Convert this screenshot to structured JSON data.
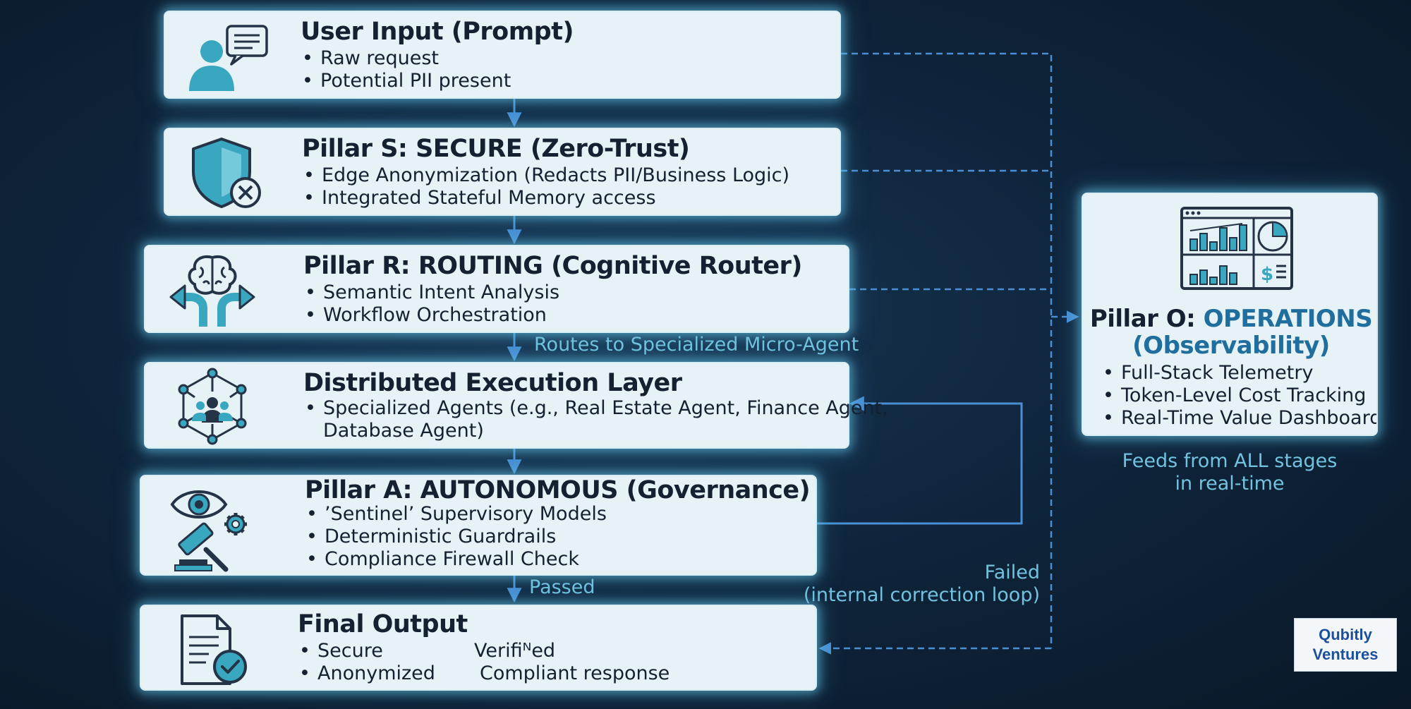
{
  "boxes": {
    "input": {
      "title": "User Input (Prompt)",
      "bullets": [
        "Raw request",
        "Potential PII present"
      ]
    },
    "secure": {
      "title": "Pillar S: SECURE (Zero-Trust)",
      "bullets": [
        "Edge Anonymization (Redacts PII/Business Logic)",
        "Integrated Stateful Memory access"
      ]
    },
    "routing": {
      "title": "Pillar R: ROUTING (Cognitive Router)",
      "bullets": [
        "Semantic Intent Analysis",
        "Workflow Orchestration"
      ]
    },
    "execution": {
      "title": "Distributed Execution Layer",
      "bullets": [
        "Specialized Agents (e.g., Real Estate Agent, Finance Agent,"
      ],
      "bullet_cont": "Database Agent)"
    },
    "autonomous": {
      "title": "Pillar A: AUTONOMOUS (Governance)",
      "bullets": [
        "’Sentinel’ Supervisory Models",
        "Deterministic Guardrails",
        "Compliance Firewall Check"
      ]
    },
    "output": {
      "title": "Final Output",
      "bullets": [
        "Secure",
        "Anonymized"
      ],
      "col2": [
        "Verifiᴺed",
        "Compliant response"
      ]
    },
    "operations": {
      "title_prefix": "Pillar O: ",
      "title_accent_1": "OPERATIONS",
      "title_accent_2": "(Observability)",
      "bullets": [
        "Full-Stack Telemetry",
        "Token-Level Cost Tracking",
        "Real-Time Value Dashboards"
      ]
    }
  },
  "labels": {
    "routes": "Routes to Specialized Micro-Agent",
    "passed": "Passed",
    "failed_1": "Failed",
    "failed_2": "(internal correction loop)",
    "feeds_1": "Feeds from ALL stages",
    "feeds_2": "in real-time"
  },
  "logo": {
    "line1": "Qubitly",
    "line2": "Ventures"
  },
  "icons": [
    "user-chat-icon",
    "shield-x-icon",
    "brain-split-arrows-icon",
    "agent-network-icon",
    "eye-gavel-gear-icon",
    "document-check-icon",
    "dashboard-icon"
  ],
  "colors": {
    "accent": "#1f6e9e",
    "connector": "#4a8fd4",
    "label": "#72c3df",
    "box": "#e6f2f5",
    "icon_teal": "#3aa7c0"
  }
}
